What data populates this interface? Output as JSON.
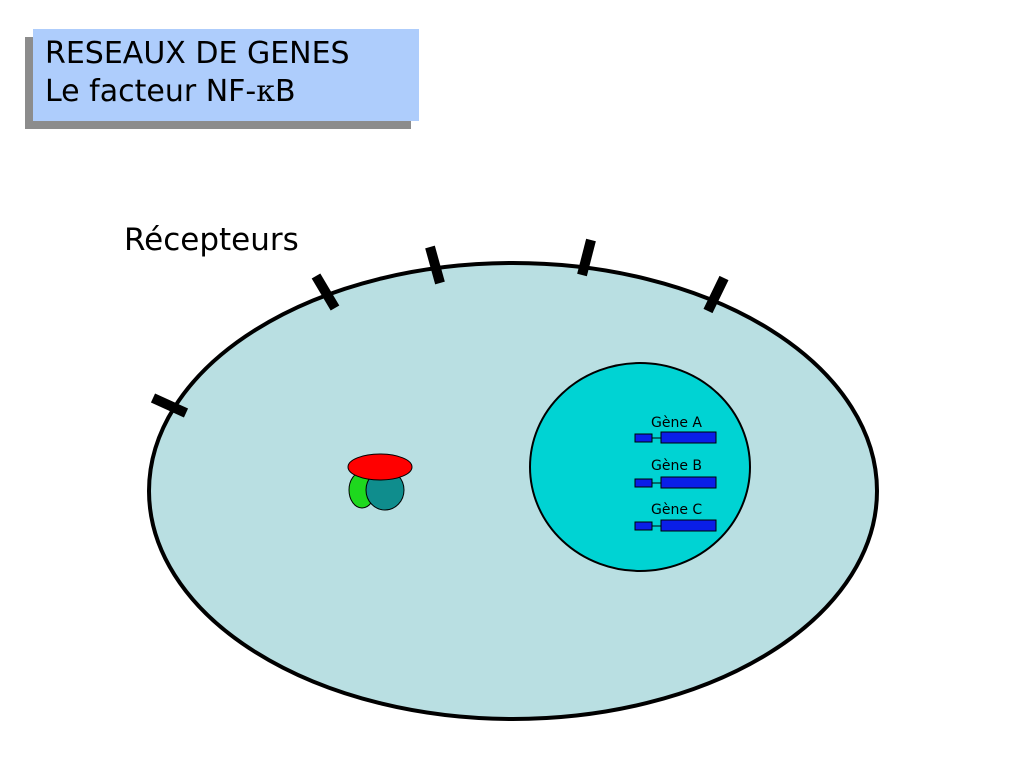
{
  "title": {
    "line1": "RESEAUX DE GENES",
    "line2_prefix": "Le facteur NF-",
    "line2_kappa": "κ",
    "line2_suffix": "B"
  },
  "labels": {
    "receptors": "Récepteurs"
  },
  "genes": [
    {
      "name": "Gène A"
    },
    {
      "name": "Gène B"
    },
    {
      "name": "Gène C"
    }
  ],
  "colors": {
    "title_background": "#aecdfc",
    "title_shadow": "#8c8c8c",
    "cell_fill": "#b9dfe2",
    "nucleus_fill": "#00d3d3",
    "gene_fill": "#0a1ee8",
    "complex_red": "#ff0000",
    "complex_green": "#1ed81e",
    "complex_teal": "#0f8d8d",
    "receptor": "#000000"
  }
}
